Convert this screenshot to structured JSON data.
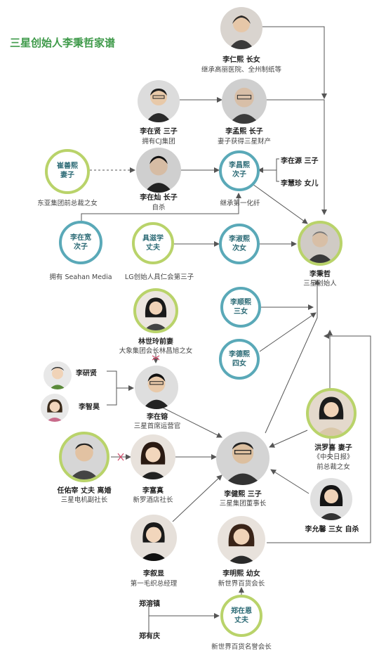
{
  "title": "三星创始人李秉哲家谱",
  "people": [
    {
      "id": "lee-in-hee",
      "name": "李仁熙 长女",
      "desc": "继承高丽医院、全州制纸等",
      "icon": "person-photo"
    },
    {
      "id": "lee-jae-hyun",
      "name": "李在贤 三子",
      "desc": "拥有CJ集团",
      "icon": "person-photo"
    },
    {
      "id": "lee-maeng-hee",
      "name": "李孟熙 长子",
      "desc": "妻子获得三星财产",
      "icon": "person-photo"
    },
    {
      "id": "choi-sun-hee",
      "name": "崔善熙",
      "role": "妻子",
      "desc": "东亚集团前总裁之女",
      "icon": "circle-label"
    },
    {
      "id": "lee-jae-chan",
      "name": "李在灿 长子",
      "desc": "自杀",
      "icon": "person-photo"
    },
    {
      "id": "lee-chang-hee",
      "name": "李昌熙",
      "role": "次子",
      "desc": "继承第一化纤",
      "icon": "circle-label"
    },
    {
      "id": "lee-jae-won",
      "name": "李在源 三子"
    },
    {
      "id": "lee-hye-jin",
      "name": "李慧珍 女儿"
    },
    {
      "id": "lee-jae-kwan",
      "name": "李在宽",
      "role": "次子",
      "desc": "拥有 Seahan Media",
      "icon": "circle-label"
    },
    {
      "id": "koo-ja-hak",
      "name": "具滋学",
      "role": "丈夫",
      "desc": "LG创始人具仁会第三子",
      "icon": "circle-label"
    },
    {
      "id": "lee-sook-hee",
      "name": "李淑熙",
      "role": "次女",
      "icon": "circle-label"
    },
    {
      "id": "lee-byung-chul",
      "name": "李秉哲",
      "desc": "三星创始人",
      "icon": "person-photo"
    },
    {
      "id": "lee-soon-hee",
      "name": "李顺熙",
      "role": "三女",
      "icon": "circle-label"
    },
    {
      "id": "lee-duk-hee",
      "name": "李德熙",
      "role": "四女",
      "icon": "circle-label"
    },
    {
      "id": "lim-se-ryung",
      "name": "林世玲前妻",
      "desc": "大象集团会长林昌旭之女",
      "icon": "person-photo"
    },
    {
      "id": "lee-yeon-hyun",
      "name": "李研贤",
      "icon": "child-photo"
    },
    {
      "id": "lee-ji-ho",
      "name": "李智昊",
      "icon": "child-photo"
    },
    {
      "id": "lee-jae-yong",
      "name": "李在镕",
      "desc": "三星首席运营官",
      "icon": "person-photo"
    },
    {
      "id": "hong-ra-hee",
      "name": "洪罗喜 妻子",
      "desc": "《中央日报》",
      "desc2": "前总裁之女",
      "icon": "person-photo"
    },
    {
      "id": "lim-woo-jae",
      "name": "任佑宰 丈夫 离婚",
      "desc": "三星电机副社长",
      "icon": "person-photo"
    },
    {
      "id": "lee-boo-jin",
      "name": "李富真",
      "desc": "新罗酒店社长",
      "icon": "person-photo"
    },
    {
      "id": "lee-kun-hee",
      "name": "李健熙 三子",
      "desc": "三星集团董事长",
      "icon": "person-photo"
    },
    {
      "id": "lee-yoon-hyung",
      "name": "李允馨 三女 自杀",
      "icon": "person-photo"
    },
    {
      "id": "lee-seo-hyun",
      "name": "李叙显",
      "desc": "第一毛织总经理",
      "icon": "person-photo"
    },
    {
      "id": "lee-myung-hee",
      "name": "李明熙 幼女",
      "desc": "新世界百货会长",
      "icon": "person-photo"
    },
    {
      "id": "chung-yong-jin",
      "name": "郑溶镇"
    },
    {
      "id": "chung-yoo-kyung",
      "name": "郑有庆"
    },
    {
      "id": "chung-jae-eun",
      "name": "郑在恩",
      "role": "丈夫",
      "desc": "新世界百货名誉会长",
      "icon": "circle-label"
    }
  ],
  "colors": {
    "title": "#3f9a4a",
    "ring_green": "#b9d36a",
    "ring_teal": "#5aa9b8",
    "line": "#555555",
    "marriage_mark": "#d04a6a"
  }
}
